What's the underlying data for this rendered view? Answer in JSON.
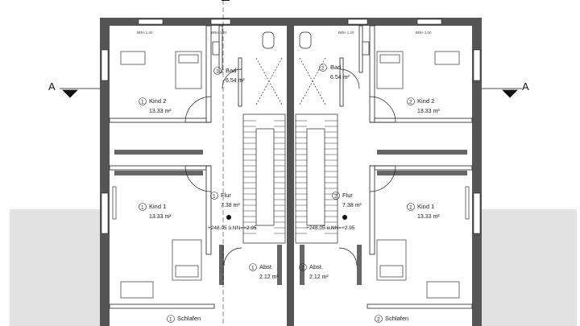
{
  "floor_plan": {
    "section_marker": "A",
    "units": [
      {
        "number": "1",
        "rooms": [
          {
            "key": "bad",
            "name": "Bad",
            "area": "6.54 m²"
          },
          {
            "key": "kind2",
            "name": "Kind 2",
            "area": "13.33 m²"
          },
          {
            "key": "flur",
            "name": "Flur",
            "area": "7.38 m²"
          },
          {
            "key": "kind1",
            "name": "Kind 1",
            "area": "13.33 m²"
          },
          {
            "key": "abst",
            "name": "Abst.",
            "area": "2.12 m²"
          },
          {
            "key": "schlafen",
            "name": "Schlafen",
            "area": ""
          }
        ],
        "level_text": "+248.05 ü.NN=+2.95",
        "window_labels": [
          "BRH 1.00",
          "BRH 1.20"
        ]
      },
      {
        "number": "2",
        "rooms": [
          {
            "key": "bad",
            "name": "Bad",
            "area": "6.54 m²"
          },
          {
            "key": "kind2",
            "name": "Kind 2",
            "area": "13.33 m²"
          },
          {
            "key": "flur",
            "name": "Flur",
            "area": "7.38 m²"
          },
          {
            "key": "kind1",
            "name": "Kind 1",
            "area": "13.33 m²"
          },
          {
            "key": "abst",
            "name": "Abst.",
            "area": "2.12 m²"
          },
          {
            "key": "schlafen",
            "name": "Schlafen",
            "area": ""
          }
        ],
        "level_text": "+248.05 ü.NN=+2.95",
        "window_labels": [
          "BRH 1.20",
          "BRH 1.00"
        ]
      }
    ],
    "colors": {
      "wall": "#555555",
      "line": "#1a1a1a",
      "furniture": "#333333",
      "ground": "#e0e0e0"
    }
  }
}
